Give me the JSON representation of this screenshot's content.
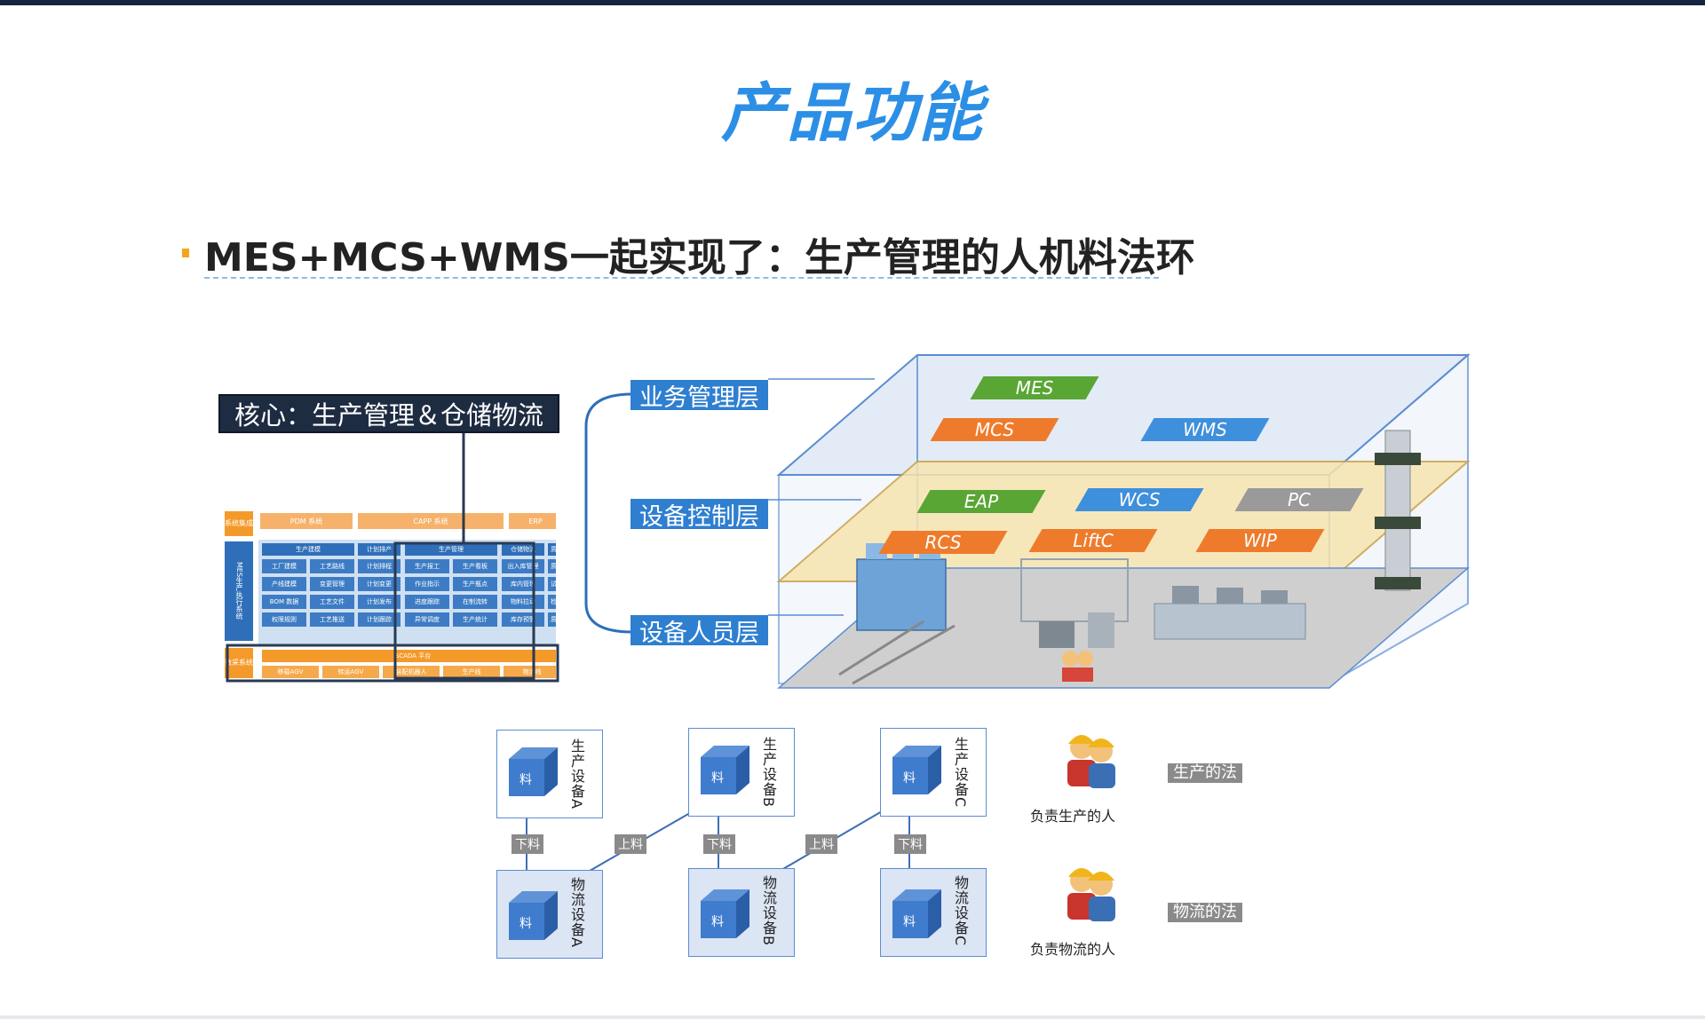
{
  "title": "产品功能",
  "subtitle": "MES+MCS+WMS一起实现了：生产管理的人机料法环",
  "core_label": "核心：生产管理＆仓储物流",
  "layers": {
    "business": "业务管理层",
    "control": "设备控制层",
    "personnel": "设备人员层"
  },
  "business_systems": [
    "MES",
    "MCS",
    "WMS"
  ],
  "control_systems": [
    "EAP",
    "WCS",
    "PC",
    "RCS",
    "LiftC",
    "WIP"
  ],
  "mes_panel": {
    "side_labels": [
      "系统集成",
      "MES生产执行系统",
      "数采系统"
    ],
    "top_bar": [
      "PDM 系统",
      "CAPP 系统",
      "ERP"
    ],
    "headers": [
      "生产建模",
      "计划排产",
      "生产管理",
      "仓储物流",
      "质量"
    ],
    "cells": [
      [
        "工厂建模",
        "工艺路线",
        "计划排程",
        "生产报工",
        "生产看板",
        "出入库管理",
        "质量"
      ],
      [
        "产线建模",
        "变更管理",
        "计划变更",
        "作业指示",
        "生产瓶点",
        "库内管理",
        "试验"
      ],
      [
        "BOM 数据",
        "工艺文件",
        "计划发布",
        "进度跟踪",
        "在制流转",
        "物料拉动",
        "检验"
      ],
      [
        "权限规则",
        "工艺推送",
        "计划跟踪",
        "异常调度",
        "生产统计",
        "库存预警",
        "质量"
      ]
    ],
    "scada": "SCADA 平台",
    "bottom_items": [
      "移载AGV",
      "转运AGV",
      "装配机器人",
      "生产线",
      "物流线"
    ]
  },
  "flow": {
    "cube_label": "料",
    "production_devices": [
      "生产设备A",
      "生产设备B",
      "生产设备C"
    ],
    "logistics_devices": [
      "物流设备A",
      "物流设备B",
      "物流设备C"
    ],
    "unload_label": "下料",
    "load_label": "上料",
    "person_production": "负责生产的人",
    "person_logistics": "负责物流的人",
    "law_production": "生产的法",
    "law_logistics": "物流的法"
  },
  "colors": {
    "title_blue": "#2c8fe6",
    "layer_blue": "#2f7fd0",
    "chip_green": "#5aa634",
    "chip_orange": "#ee7b2c",
    "chip_blue": "#3e8fdc",
    "chip_gray": "#9a9a9a"
  }
}
